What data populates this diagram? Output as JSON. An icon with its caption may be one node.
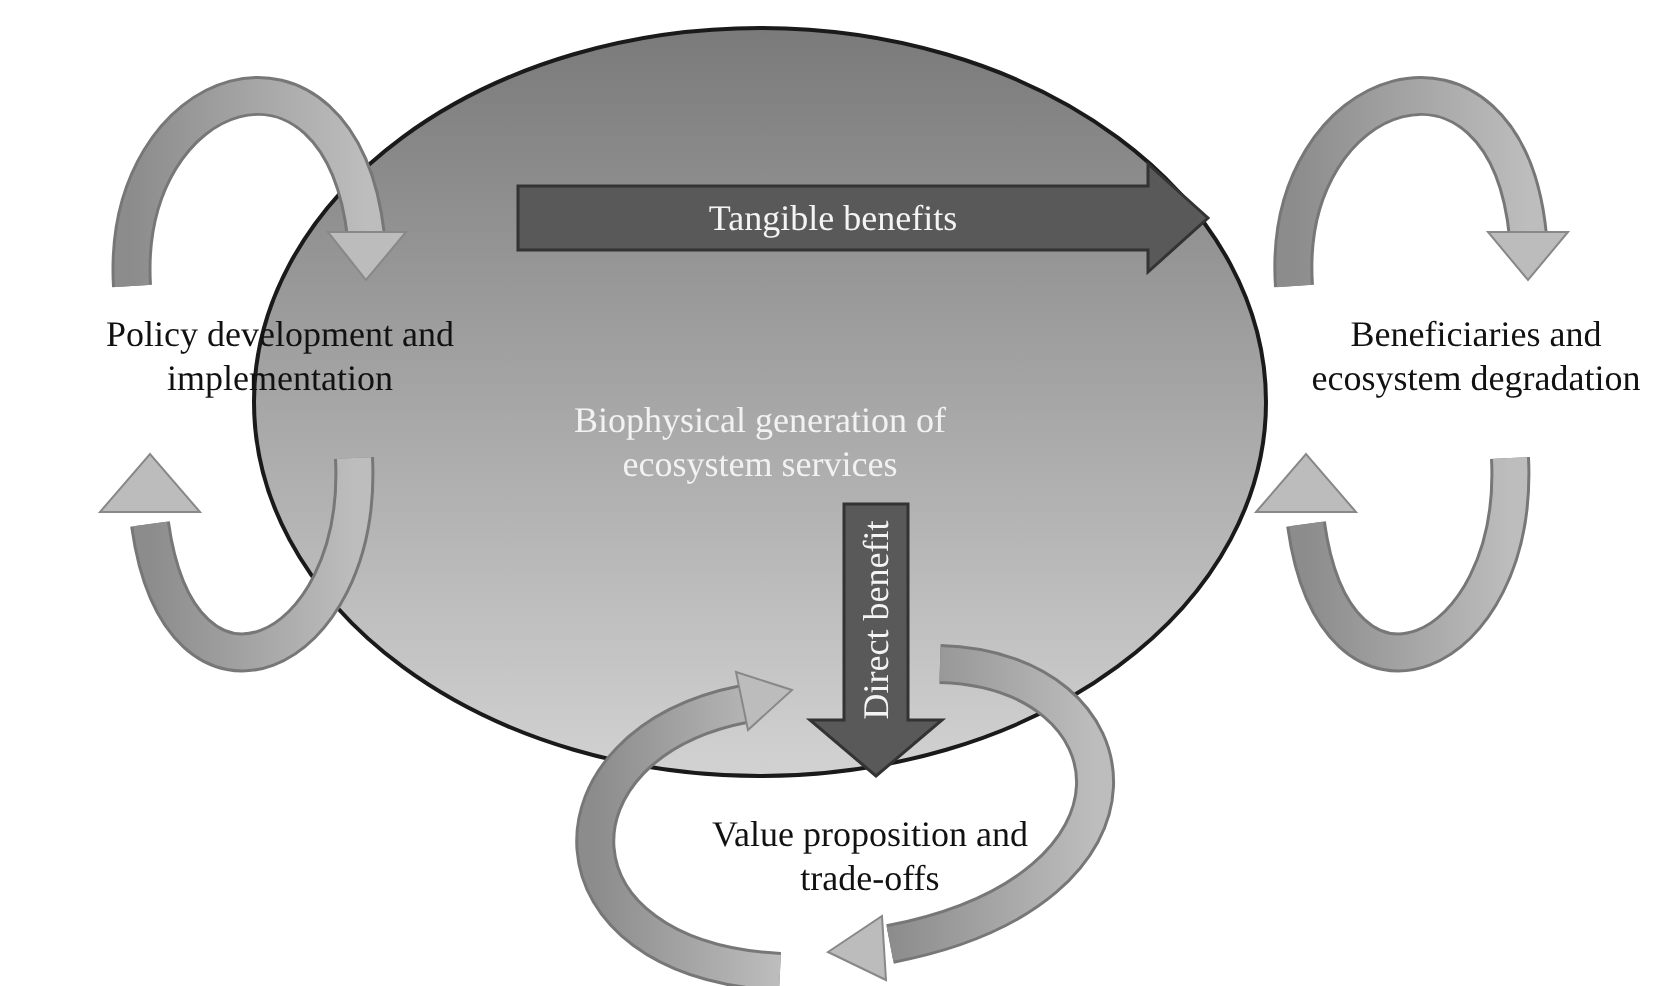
{
  "diagram": {
    "nodes": [
      {
        "text": [
          "Biophysical generation of ecosystem services"
        ]
      },
      {
        "text": [
          "Tangible benefits"
        ],
        "in": 0
      },
      {
        "text": [
          "Direct benefit"
        ],
        "in": 0
      },
      {
        "text": [
          "Policy development and implementation"
        ]
      },
      {
        "text": [
          "Beneficiaries and ecosystem degradation"
        ]
      },
      {
        "text": [
          "Value proposition and trade-offs"
        ]
      }
    ]
  }
}
